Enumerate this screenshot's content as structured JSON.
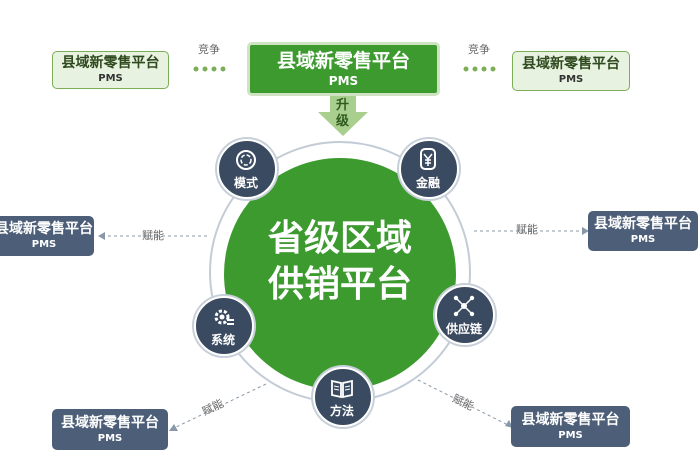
{
  "top_main": {
    "title": "县域新零售平台",
    "sub": "PMS"
  },
  "top_left": {
    "title": "县域新零售平台",
    "sub": "PMS"
  },
  "top_right": {
    "title": "县域新零售平台",
    "sub": "PMS"
  },
  "left_mid": {
    "title": "县域新零售平台",
    "sub": "PMS"
  },
  "right_mid": {
    "title": "县域新零售平台",
    "sub": "PMS"
  },
  "bottom_left": {
    "title": "县域新零售平台",
    "sub": "PMS"
  },
  "bottom_right": {
    "title": "县域新零售平台",
    "sub": "PMS"
  },
  "compete_label": "竞争",
  "empower_label": "赋能",
  "upgrade_line1": "升",
  "upgrade_line2": "级",
  "center": {
    "line1": "省级区域",
    "line2": "供销平台"
  },
  "nodes": {
    "model": "模式",
    "finance": "金融",
    "system": "系统",
    "supply_chain": "供应链",
    "method": "方法"
  },
  "colors": {
    "green": "#3c9a2f",
    "slate": "#4d5f78",
    "badge": "#3a4a60"
  }
}
